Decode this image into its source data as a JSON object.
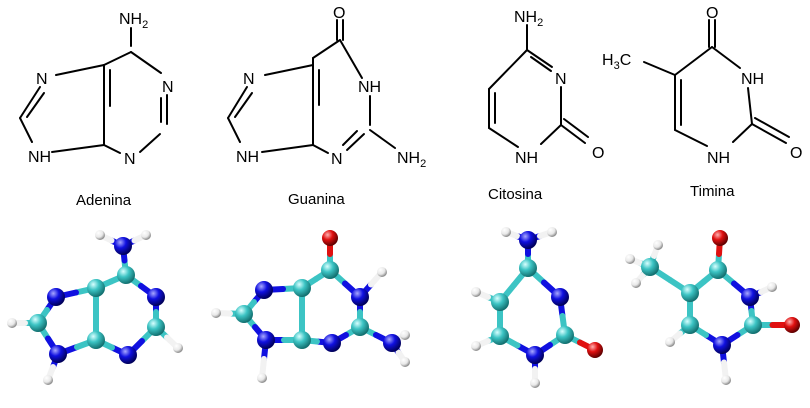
{
  "captions": {
    "adenine": "Adenina",
    "guanine": "Guanina",
    "cytosine": "Citosina",
    "thymine": "Timina"
  },
  "atom_labels": {
    "N": "N",
    "NH": "NH",
    "O": "O",
    "H": "H",
    "NH2_base": "NH",
    "H3C_base": "H",
    "CH3_C": "C",
    "sub2": "2",
    "sub3": "3"
  },
  "colors": {
    "carbon": "#3cc4c4",
    "nitrogen": "#1010e0",
    "oxygen": "#e01010",
    "hydrogen": "#f2f2f2",
    "bond_line": "#000000"
  }
}
